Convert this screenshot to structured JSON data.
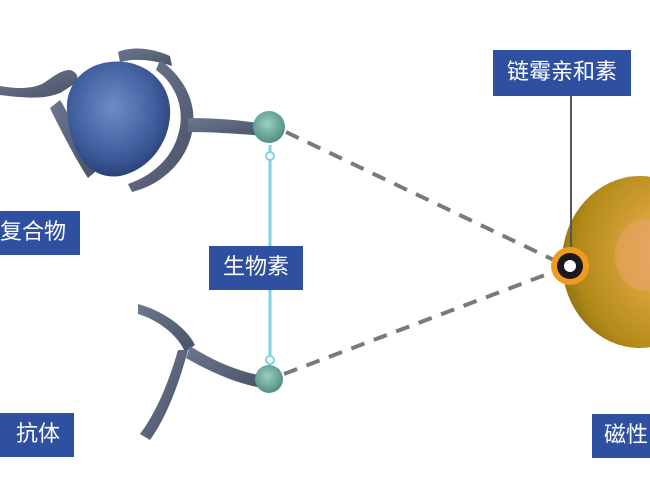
{
  "labels": {
    "complex": "复合物",
    "biotin": "生物素",
    "antibody": "抗体",
    "streptavidin": "链霉亲和素",
    "magnetic_bead": "磁性"
  },
  "colors": {
    "label_bg": "#2f4fa0",
    "label_text": "#ffffff",
    "antibody_body": "#5a6478",
    "antigen_blob": "#3f5d9c",
    "biotin_node": "#6fa89a",
    "connector": "#7fd3e0",
    "dash_line": "#7a7a7a",
    "bead": "#c99a1f",
    "streptavidin_ring": "#f29a1f"
  }
}
